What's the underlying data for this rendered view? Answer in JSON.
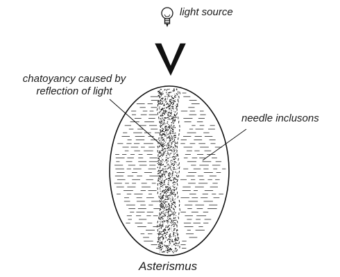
{
  "labels": {
    "light_source": "light source",
    "chatoyancy_line1": "chatoyancy caused by",
    "chatoyancy_line2": "reflection of light",
    "needle": "needle inclusons",
    "caption": "Asterismus"
  }
}
